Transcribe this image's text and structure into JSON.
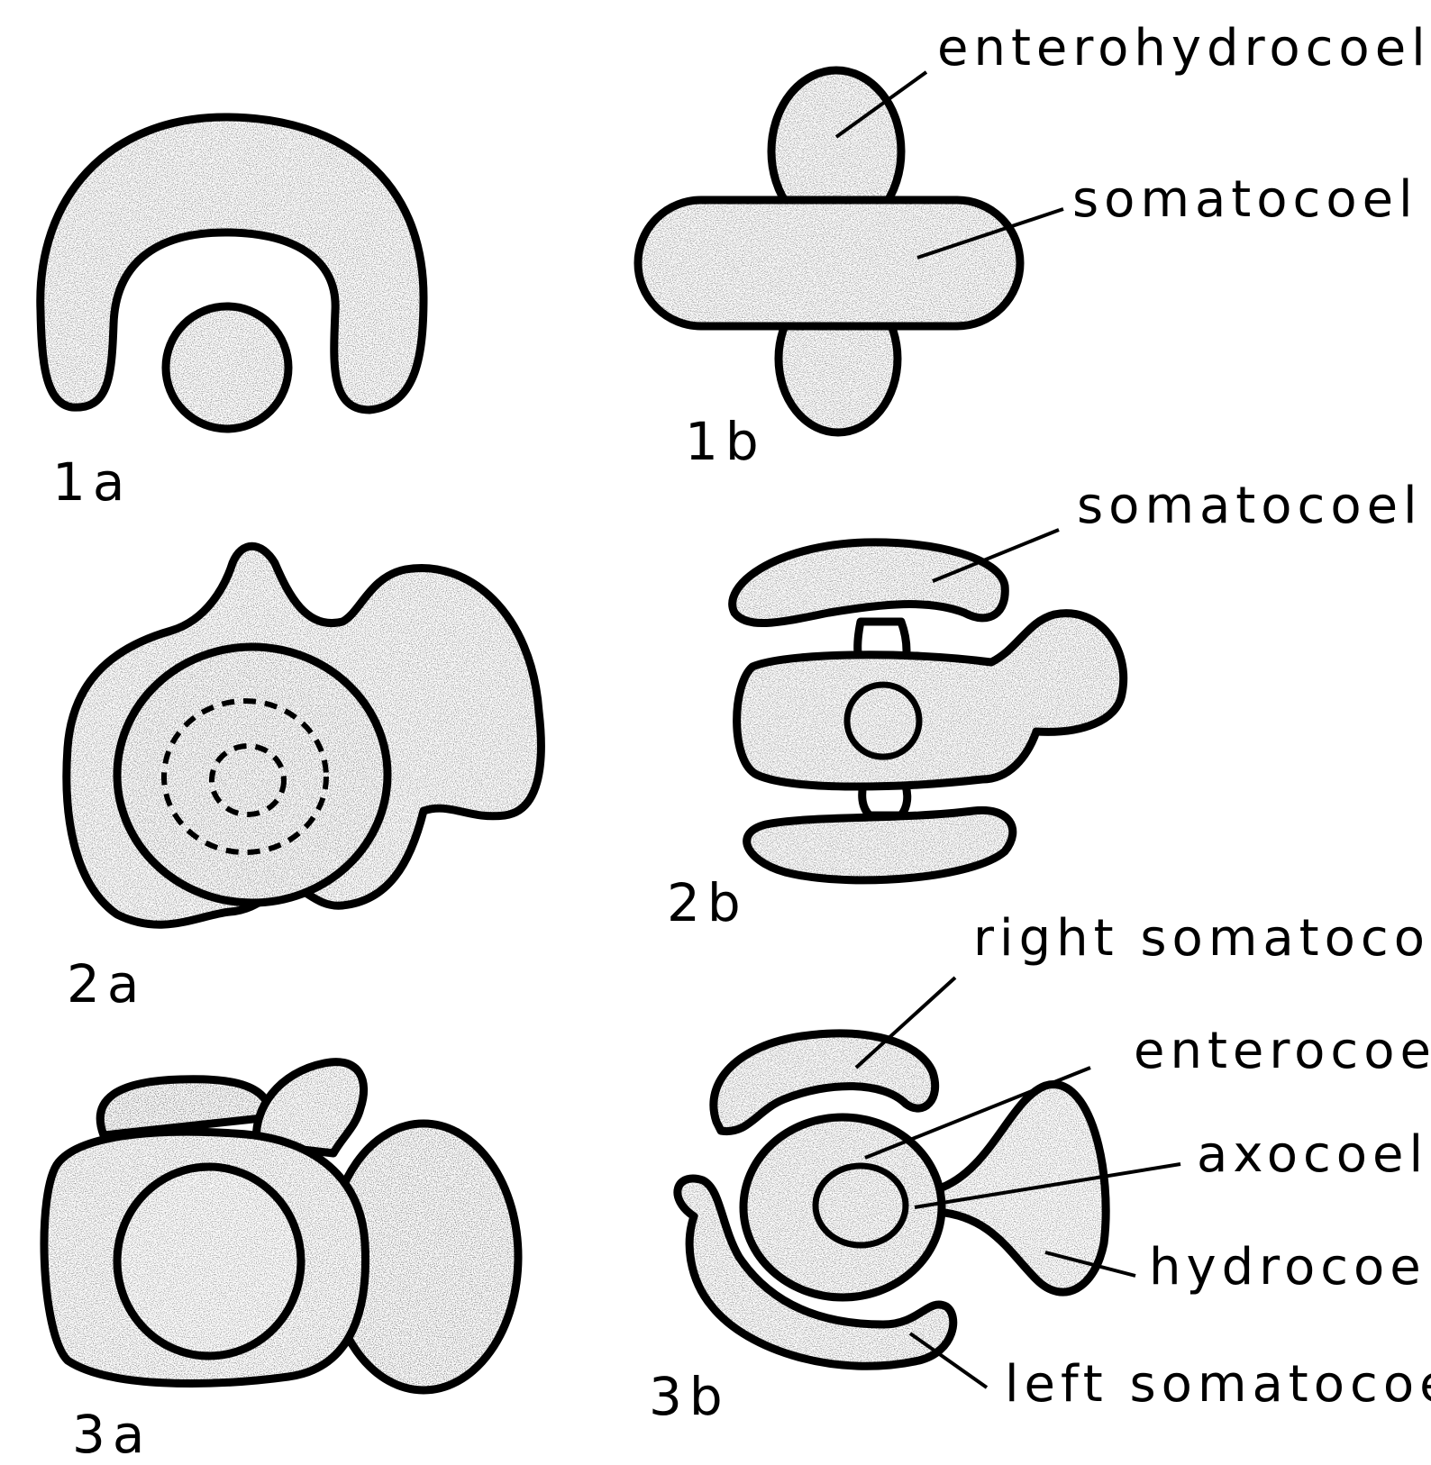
{
  "figure": {
    "panels": [
      {
        "id": "1a",
        "label": "1a"
      },
      {
        "id": "1b",
        "label": "1b"
      },
      {
        "id": "2a",
        "label": "2a"
      },
      {
        "id": "2b",
        "label": "2b"
      },
      {
        "id": "3a",
        "label": "3a"
      },
      {
        "id": "3b",
        "label": "3b"
      }
    ],
    "labels": {
      "p1b_top": "enterohydrocoel",
      "p1b_mid": "somatocoel",
      "p2b_top": "somatocoel",
      "p3b_right_somatocoel": "right somatocoel",
      "p3b_enterocoel": "enterocoel",
      "p3b_axocoel": "axocoel",
      "p3b_hydrocoel": "hydrocoel",
      "p3b_left_somatocoel": "left somatocoel"
    },
    "style": {
      "ink": "#000000",
      "paper": "#ffffff",
      "stipple": "#1a1a1a"
    }
  }
}
